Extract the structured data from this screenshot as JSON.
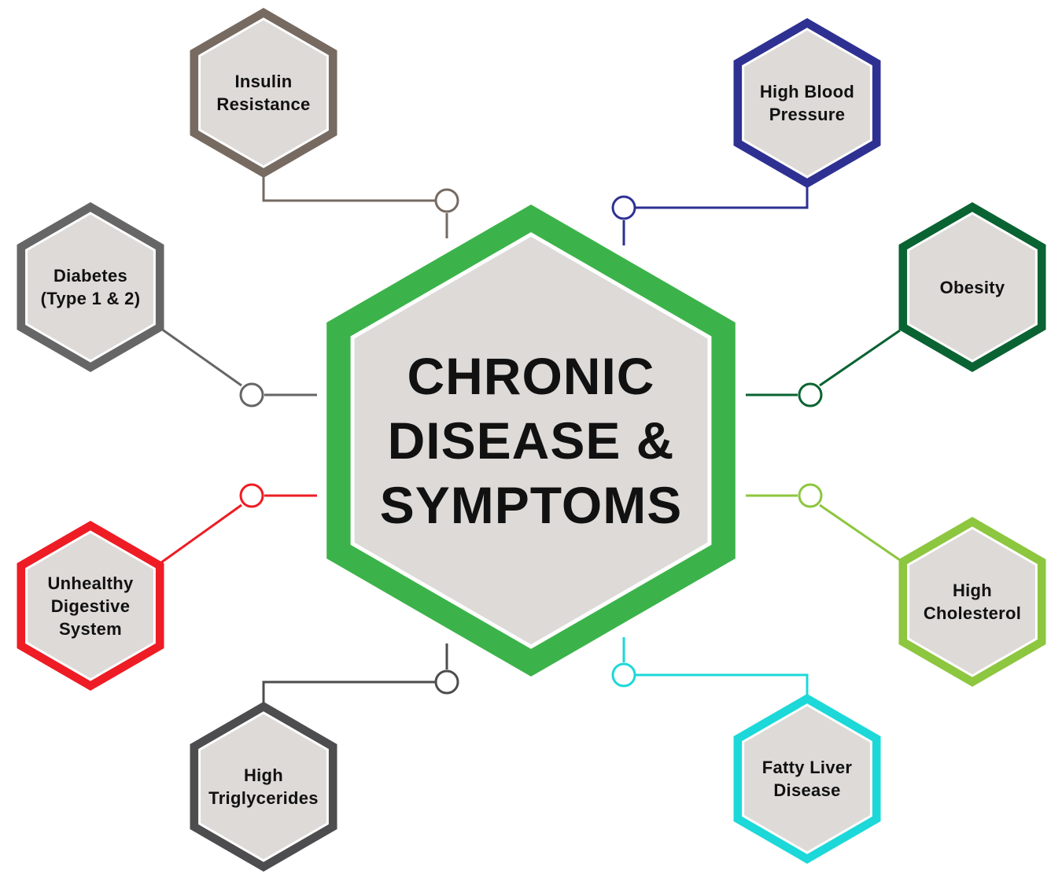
{
  "title": "CHRONIC\nDISEASE &\nSYMPTOMS",
  "colors": {
    "fill": "#dddad8",
    "center_border": "#3cb34a"
  },
  "nodes": [
    {
      "id": "insulin-resistance",
      "label": "Insulin\nResistance",
      "color": "#766a61"
    },
    {
      "id": "high-blood-pressure",
      "label": "High Blood\nPressure",
      "color": "#2e3192"
    },
    {
      "id": "diabetes",
      "label": "Diabetes\n(Type 1 & 2)",
      "color": "#666666"
    },
    {
      "id": "obesity",
      "label": "Obesity",
      "color": "#0a6332"
    },
    {
      "id": "unhealthy-digestive-system",
      "label": "Unhealthy\nDigestive\nSystem",
      "color": "#ee1c24"
    },
    {
      "id": "high-cholesterol",
      "label": "High\nCholesterol",
      "color": "#8dc63f"
    },
    {
      "id": "high-triglycerides",
      "label": "High\nTriglycerides",
      "color": "#4d4d4f"
    },
    {
      "id": "fatty-liver-disease",
      "label": "Fatty Liver\nDisease",
      "color": "#1dd8d8"
    }
  ]
}
